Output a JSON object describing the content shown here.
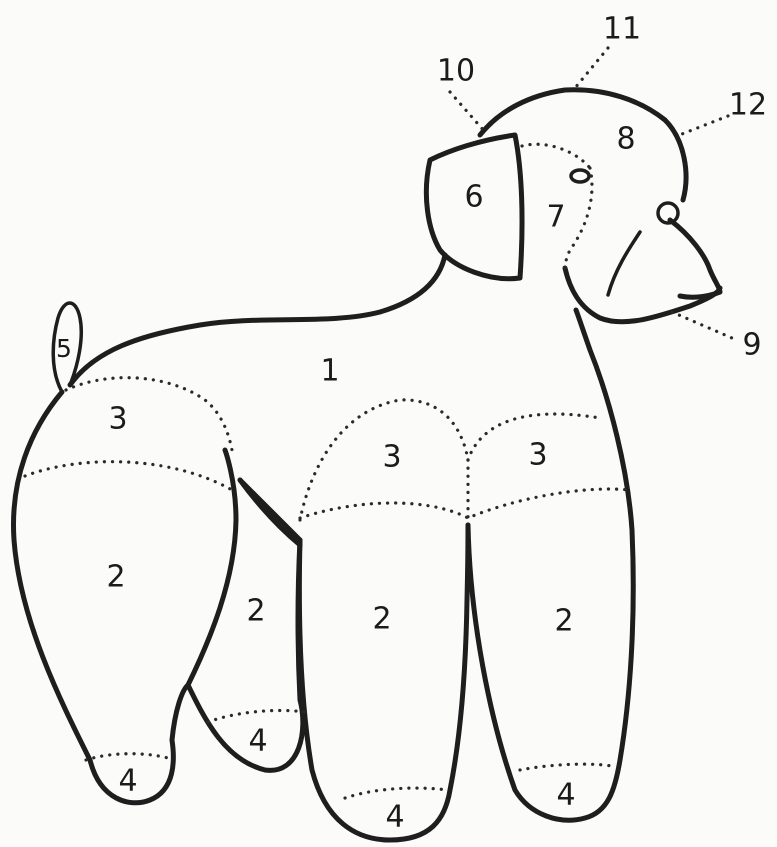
{
  "diagram": {
    "region_labels": {
      "body": "1",
      "rear_leg_left": "2",
      "rear_leg_right": "2",
      "front_leg_left": "2",
      "front_leg_right": "2",
      "hip": "3",
      "shoulder_left": "3",
      "shoulder_right": "3",
      "foot_rear_left": "4",
      "foot_rear_right": "4",
      "foot_front_left": "4",
      "foot_front_right": "4",
      "tail": "5",
      "ear": "6",
      "cheek": "7",
      "skull": "8",
      "muzzle_pointer": "9",
      "occiput_pointer": "10",
      "crown_pointer": "11",
      "brow_pointer": "12"
    }
  }
}
